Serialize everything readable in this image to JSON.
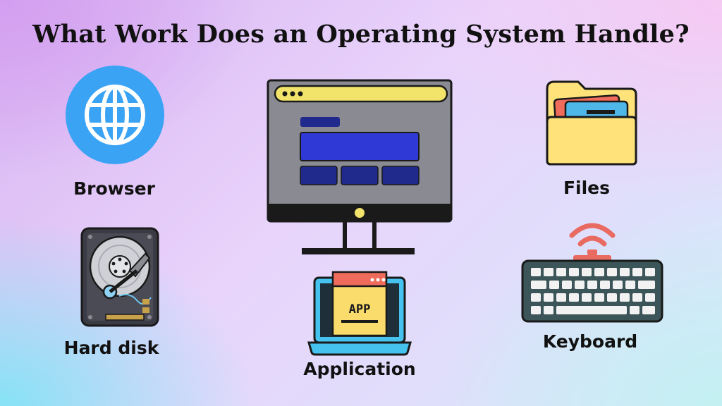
{
  "title": "What Work Does an Operating System Handle?",
  "items": [
    {
      "label": "Browser",
      "icon": "globe-icon"
    },
    {
      "label": "Hard disk",
      "icon": "hard-disk-icon"
    },
    {
      "label": "Application",
      "icon": "laptop-app-icon"
    },
    {
      "label": "Files",
      "icon": "folder-icon"
    },
    {
      "label": "Keyboard",
      "icon": "wireless-keyboard-icon"
    }
  ],
  "monitor": {
    "icon": "monitor-icon"
  },
  "app_badge": "APP",
  "colors": {
    "globe": "#3ba3f4",
    "monitor_screen": "#8a8a93",
    "monitor_bar": "#f2e46a",
    "window_blue": "#2f3ad6",
    "window_navy": "#1f2a8c",
    "folder_yellow": "#ffe27a",
    "file_red": "#ef6b5b",
    "file_blue": "#4fb6e8",
    "laptop_blue": "#46c2ee",
    "keyboard_teal": "#3b5558",
    "wifi_red": "#e86a60",
    "outline": "#1a1a1a"
  }
}
